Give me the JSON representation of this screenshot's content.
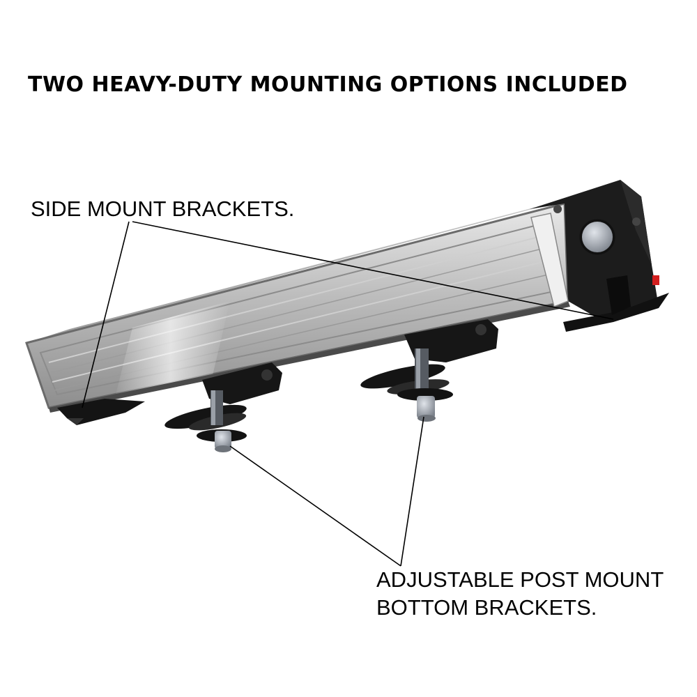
{
  "title": "TWO HEAVY-DUTY MOUNTING OPTIONS INCLUDED",
  "callouts": {
    "side_mount": "SIDE MOUNT BRACKETS.",
    "post_mount_line1": "ADJUSTABLE POST MOUNT",
    "post_mount_line2": "BOTTOM BRACKETS."
  },
  "colors": {
    "housing_dark": "#1a1a1a",
    "bar_aluminum": "#a8a8a8",
    "accent_red": "#d21e1e"
  }
}
